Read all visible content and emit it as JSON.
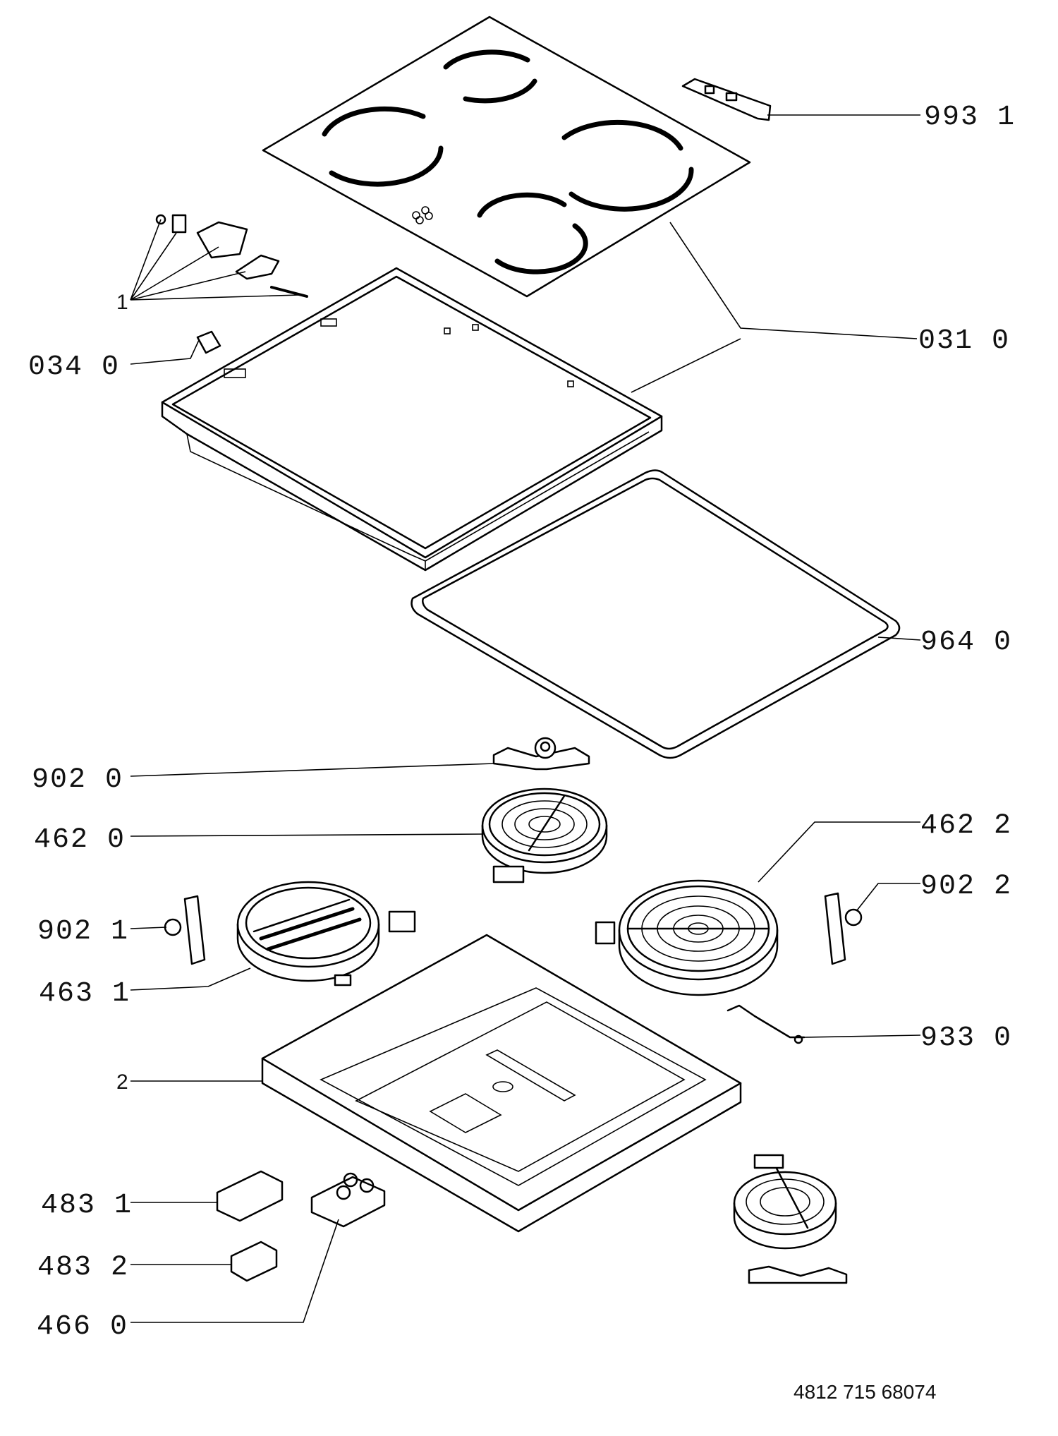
{
  "labels": [
    {
      "id": "l-993-1",
      "text": "993  1"
    },
    {
      "id": "l-031-0",
      "text": "031  0"
    },
    {
      "id": "l-034-0",
      "text": "034  0"
    },
    {
      "id": "l-1",
      "text": "1"
    },
    {
      "id": "l-964-0",
      "text": "964  0"
    },
    {
      "id": "l-902-0",
      "text": "902  0"
    },
    {
      "id": "l-462-0",
      "text": "462  0"
    },
    {
      "id": "l-462-2",
      "text": "462  2"
    },
    {
      "id": "l-902-2",
      "text": "902  2"
    },
    {
      "id": "l-902-1",
      "text": "902  1"
    },
    {
      "id": "l-463-1",
      "text": "463  1"
    },
    {
      "id": "l-933-0",
      "text": "933  0"
    },
    {
      "id": "l-2",
      "text": "2"
    },
    {
      "id": "l-483-1",
      "text": "483  1"
    },
    {
      "id": "l-483-2",
      "text": "483  2"
    },
    {
      "id": "l-466-0",
      "text": "466  0"
    }
  ],
  "document_number": "4812 715 68074"
}
